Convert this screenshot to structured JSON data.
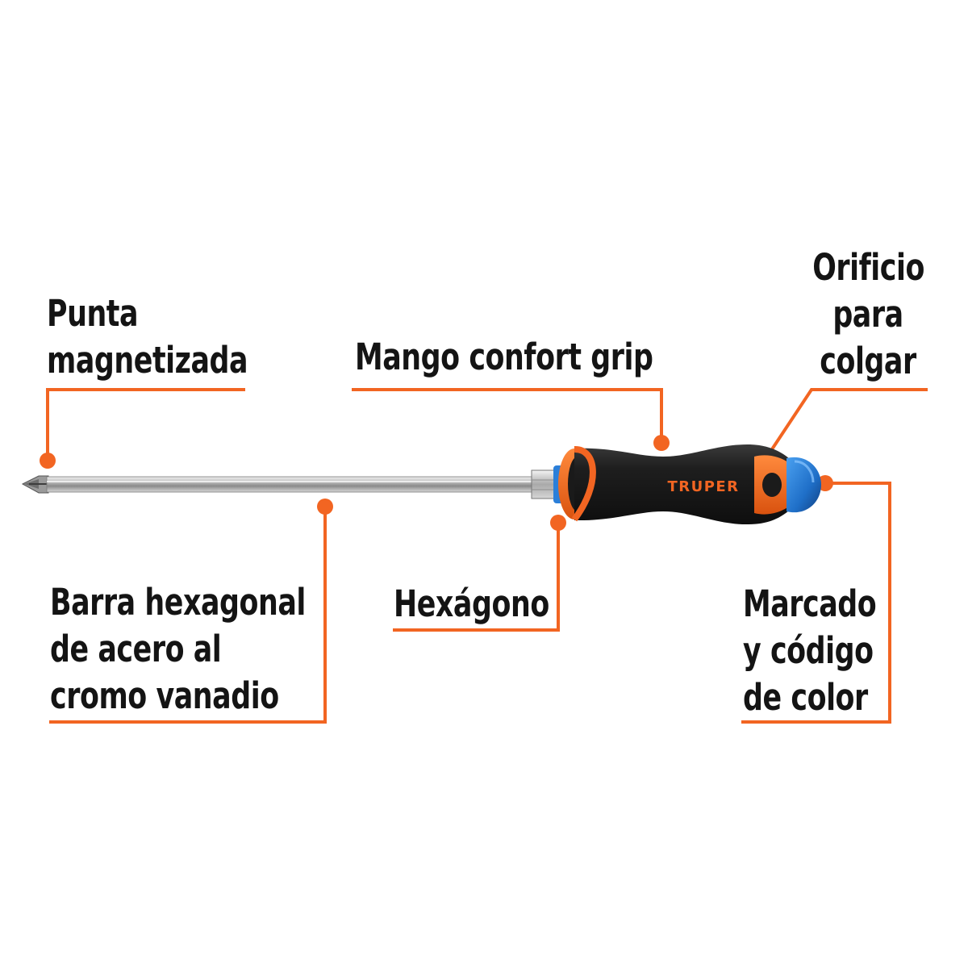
{
  "accent_color": "#f26522",
  "callouts": {
    "tip": {
      "lines": [
        "Punta",
        "magnetizada"
      ]
    },
    "handle": {
      "lines": [
        "Mango confort grip"
      ]
    },
    "hole": {
      "lines": [
        "Orificio",
        "para",
        "colgar"
      ]
    },
    "bar": {
      "lines": [
        "Barra hexagonal",
        "de acero al",
        "cromo vanadio"
      ]
    },
    "hexagon": {
      "lines": [
        "Hexágono"
      ]
    },
    "color_code": {
      "lines": [
        "Marcado",
        "y código",
        "de color"
      ]
    }
  },
  "product": {
    "brand": "TRUPER",
    "icons": {
      "tool": "phillips-screwdriver-icon"
    },
    "colors": {
      "handle": "#1c1c1c",
      "accent_ring": "#f26522",
      "cap": "#2b7fd9",
      "shaft": "#c9c9c9"
    }
  }
}
